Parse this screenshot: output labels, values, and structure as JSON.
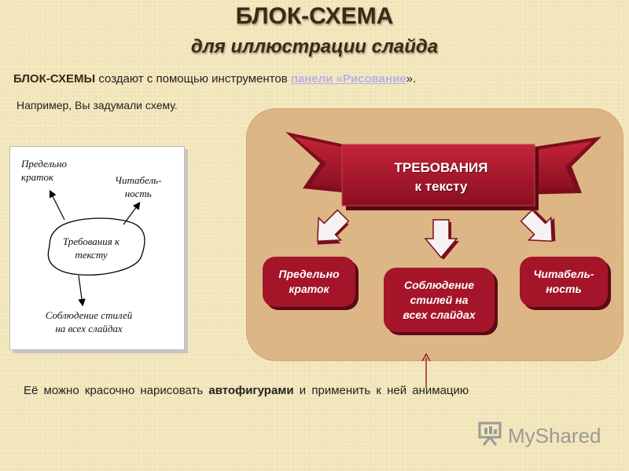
{
  "header": {
    "title": "БЛОК-СХЕМА",
    "subtitle": "для иллюстрации слайда"
  },
  "intro": {
    "bold_word": "БЛОК-СХЕМЫ",
    "text": " создают с помощью инструментов ",
    "link_text": "панели «Рисование",
    "after_link": "».",
    "example": "Например, Вы задумали схему."
  },
  "sketch": {
    "top_left": [
      "Предельно",
      "краток"
    ],
    "top_right": [
      "Читабель-",
      "ность"
    ],
    "center": [
      "Требования к",
      "тексту"
    ],
    "bottom": [
      "Соблюдение стилей",
      "на всех слайдах"
    ]
  },
  "diagram": {
    "banner": [
      "ТРЕБОВАНИЯ",
      "к тексту"
    ],
    "boxes": [
      [
        "Предельно",
        "краток"
      ],
      [
        "Соблюдение",
        "стилей на",
        "всех слайдах"
      ],
      [
        "Читабель-",
        "ность"
      ]
    ],
    "colors": {
      "banner": "#a4152a",
      "panel": "#dcb785"
    }
  },
  "footer": {
    "before": "Её можно красочно нарисовать ",
    "bold": "автофигурами",
    "after": " и применить к ней анимацию"
  },
  "watermark": {
    "text": "MyShared",
    "icon": "presentation-board-icon"
  }
}
